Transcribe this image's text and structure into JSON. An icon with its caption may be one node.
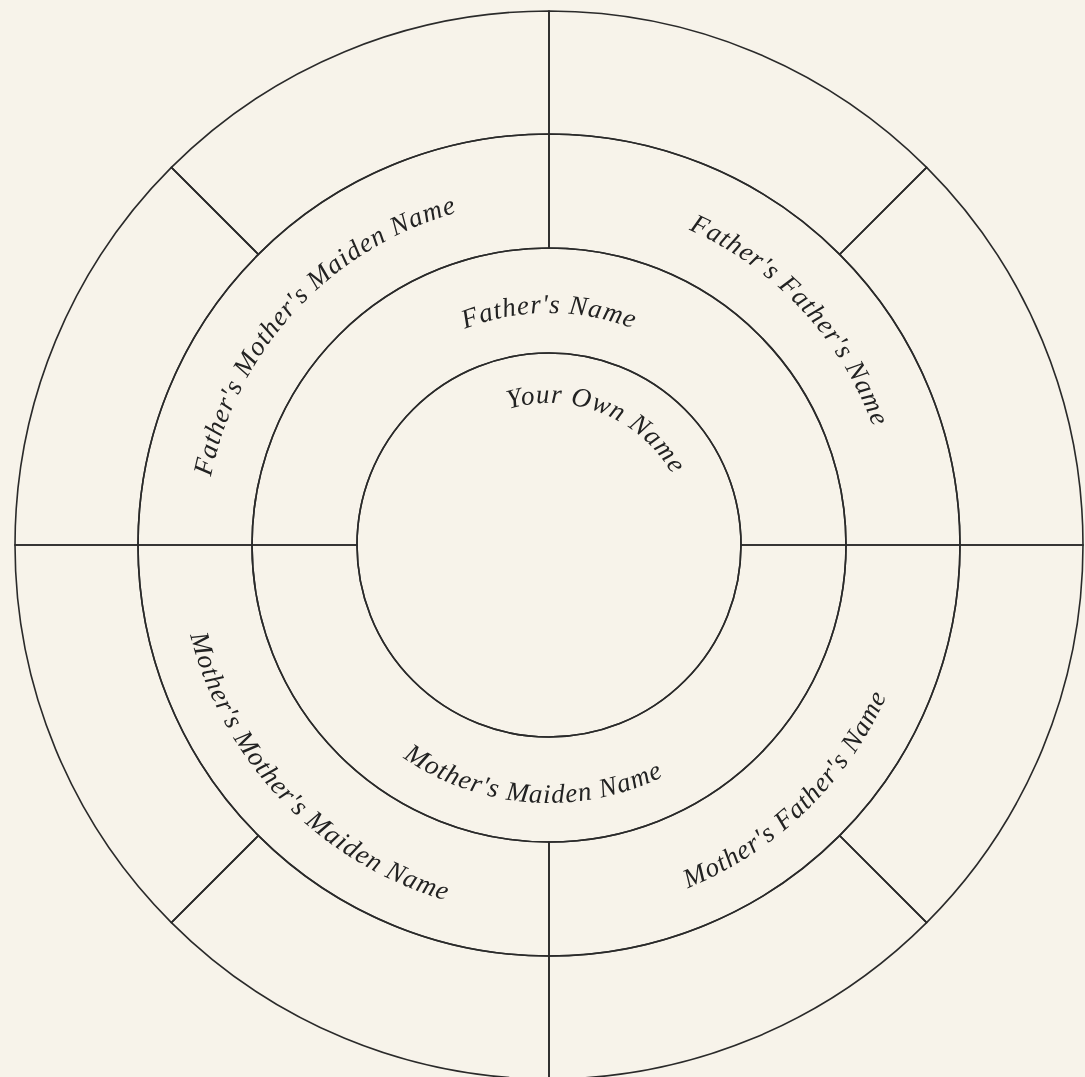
{
  "diagram": {
    "nodes": [
      {
        "text": [
          "Your Own Name"
        ]
      },
      {
        "text": [
          "Father's Name"
        ]
      },
      {
        "text": [
          "Mother's Maiden Name"
        ]
      },
      {
        "text": [
          "Father's Mother's Maiden Name"
        ]
      },
      {
        "text": [
          "Father's Father's Name"
        ]
      },
      {
        "text": [
          "Mother's Mother's Maiden Name"
        ]
      },
      {
        "text": [
          "Mother's Father's Name"
        ]
      },
      {
        "text": [],
        "shape": "box"
      },
      {
        "text": [],
        "shape": "box"
      },
      {
        "text": [],
        "shape": "box"
      },
      {
        "text": [],
        "shape": "box"
      },
      {
        "text": [],
        "shape": "box"
      },
      {
        "text": [],
        "shape": "box"
      },
      {
        "text": [],
        "shape": "box"
      },
      {
        "text": [],
        "shape": "box"
      }
    ]
  }
}
